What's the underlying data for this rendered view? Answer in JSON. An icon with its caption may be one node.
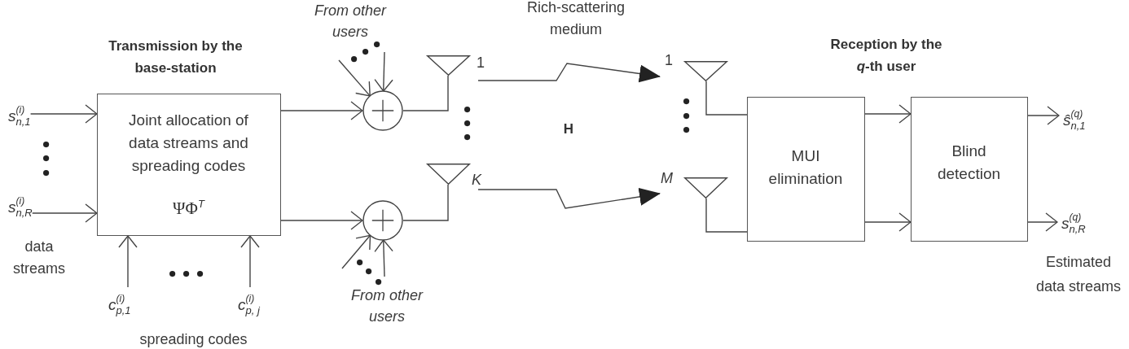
{
  "diagram": {
    "nodes": [
      {
        "text": [
          "s$^{(i)}$$_{n,1}$"
        ]
      },
      {
        "text": [
          "s$^{(i)}$$_{n,R}$"
        ]
      },
      {
        "text": [
          "Joint allocation of data streams and spreading codes",
          "ΨΦ$^{T}$"
        ]
      },
      {
        "text": [
          "c$^{(i)}$$_{p,1}$"
        ]
      },
      {
        "text": [
          "c$^{(i)}$$_{p, j}$"
        ]
      },
      {
        "text": [],
        "shape": "circle"
      },
      {
        "text": [],
        "shape": "circle"
      },
      {
        "text": [],
        "shape": "antenna",
        "beside": [
          "1"
        ]
      },
      {
        "text": [],
        "shape": "antenna",
        "beside": [
          "K"
        ]
      },
      {
        "text": [],
        "shape": "antenna",
        "beside": [
          "1"
        ]
      },
      {
        "text": [],
        "shape": "antenna",
        "beside": [
          "M"
        ]
      },
      {
        "text": [
          "MUI elimination"
        ]
      },
      {
        "text": [
          "Blind detection"
        ]
      },
      {
        "text": [
          "ŝ$^{(q)}$$_{n,1}$"
        ]
      },
      {
        "text": [
          "s$^{(q)}$$_{n,R}$"
        ]
      },
      {
        "text": [
          "From other users"
        ]
      },
      {
        "text": [
          "From other users"
        ]
      }
    ],
    "edges": [
      {
        "from": 0,
        "to": 2,
        "arrow": "to"
      },
      {
        "from": 1,
        "to": 2,
        "arrow": "to"
      },
      {
        "from": 3,
        "to": 2,
        "arrow": "to"
      },
      {
        "from": 4,
        "to": 2,
        "arrow": "to"
      },
      {
        "from": 2,
        "to": 5,
        "arrow": "to"
      },
      {
        "from": 2,
        "to": 6,
        "arrow": "to"
      },
      {
        "from": 15,
        "to": 5,
        "arrow": "to"
      },
      {
        "from": 15,
        "to": 5,
        "arrow": "to"
      },
      {
        "from": 16,
        "to": 6,
        "arrow": "to"
      },
      {
        "from": 16,
        "to": 6,
        "arrow": "to"
      },
      {
        "from": 5,
        "to": 7,
        "arrow": "none"
      },
      {
        "from": 6,
        "to": 8,
        "arrow": "none"
      },
      {
        "from": 7,
        "to": 9,
        "arrow": "to"
      },
      {
        "from": 8,
        "to": 10,
        "arrow": "to"
      },
      {
        "from": 9,
        "to": 11,
        "arrow": "none"
      },
      {
        "from": 10,
        "to": 11,
        "arrow": "none"
      },
      {
        "from": 11,
        "to": 12,
        "arrow": "to"
      },
      {
        "from": 11,
        "to": 12,
        "arrow": "to"
      },
      {
        "from": 12,
        "to": 13,
        "arrow": "to"
      },
      {
        "from": 12,
        "to": 14,
        "arrow": "to"
      }
    ],
    "labels": [
      "Rich-scattering medium",
      "Transmission by the base-station",
      "Reception by the *q*-th user",
      "H",
      "data streams",
      "spreading codes",
      "Estimated data streams"
    ]
  }
}
